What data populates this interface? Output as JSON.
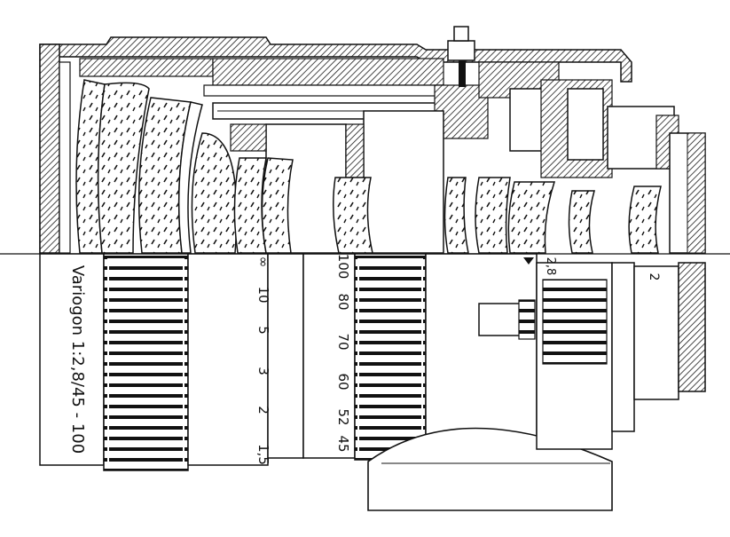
{
  "lens": {
    "name": "Variogon 1:2,8/45 - 100",
    "aperture_mark": "2,8",
    "ring_mark": "2"
  },
  "focus_scale": [
    "1,5",
    "2",
    "3",
    "5",
    "10",
    "∞"
  ],
  "focal_scale": [
    "45",
    "52",
    "60",
    "70",
    "80",
    "100"
  ],
  "colors": {
    "ink": "#111111",
    "paper": "#ffffff",
    "hatch": "#1a1a1a"
  }
}
